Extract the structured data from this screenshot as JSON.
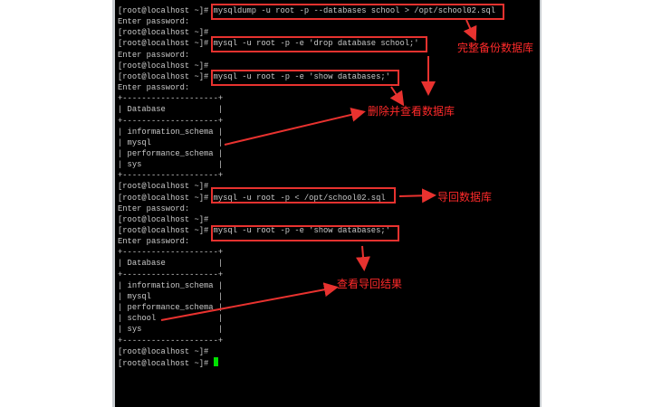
{
  "terminal": {
    "lines": [
      "[root@localhost ~]# mysqldump -u root -p --databases school > /opt/school02.sql",
      "Enter password:",
      "[root@localhost ~]#",
      "[root@localhost ~]# mysql -u root -p -e 'drop database school;'",
      "Enter password:",
      "[root@localhost ~]#",
      "[root@localhost ~]# mysql -u root -p -e 'show databases;'",
      "Enter password:",
      "+--------------------+",
      "| Database           |",
      "+--------------------+",
      "| information_schema |",
      "| mysql              |",
      "| performance_schema |",
      "| sys                |",
      "+--------------------+",
      "[root@localhost ~]#",
      "[root@localhost ~]# mysql -u root -p < /opt/school02.sql",
      "Enter password:",
      "[root@localhost ~]#",
      "[root@localhost ~]# mysql -u root -p -e 'show databases;'",
      "Enter password:",
      "+--------------------+",
      "| Database           |",
      "+--------------------+",
      "| information_schema |",
      "| mysql              |",
      "| performance_schema |",
      "| school             |",
      "| sys                |",
      "+--------------------+",
      "[root@localhost ~]#",
      "[root@localhost ~]# "
    ],
    "cursor_color": "#00e000"
  },
  "annotations": {
    "full_backup": "完整备份数据库",
    "drop_and_show": "删除并查看数据库",
    "restore": "导回数据库",
    "check_restore": "查看导回结果",
    "color": "#ff2a2a"
  }
}
